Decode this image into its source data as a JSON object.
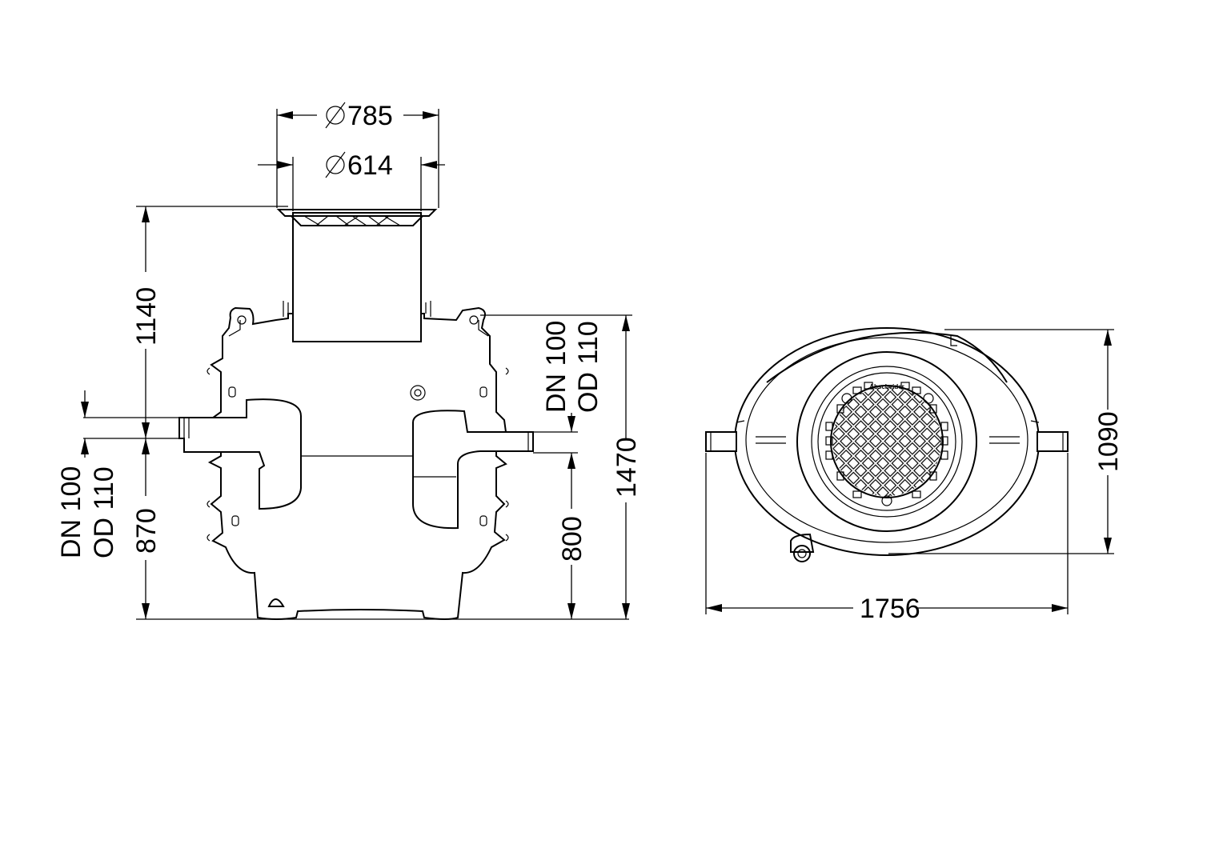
{
  "drawing": {
    "side_view": {
      "dim_top_outer": "785",
      "dim_top_inner": "614",
      "dim_left_upper": "1140",
      "dim_left_lower": "870",
      "inlet_label_dn": "DN 100",
      "inlet_label_od": "OD 110",
      "outlet_label_dn": "DN 100",
      "outlet_label_od": "OD 110",
      "dim_right_inner": "800",
      "dim_right_total": "1470"
    },
    "top_view": {
      "dim_width": "1756",
      "dim_height": "1090",
      "cover_text": "Abscheider"
    }
  }
}
